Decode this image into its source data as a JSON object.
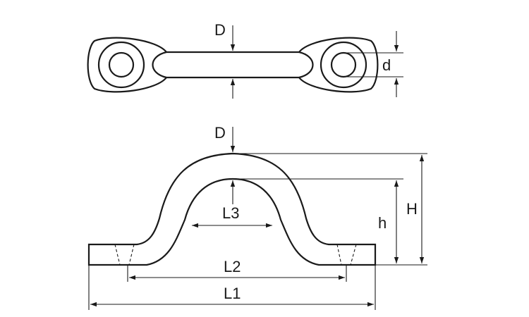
{
  "labels": {
    "top_D": "D",
    "d": "d",
    "side_D": "D",
    "H": "H",
    "h": "h",
    "L3": "L3",
    "L2": "L2",
    "L1": "L1"
  }
}
